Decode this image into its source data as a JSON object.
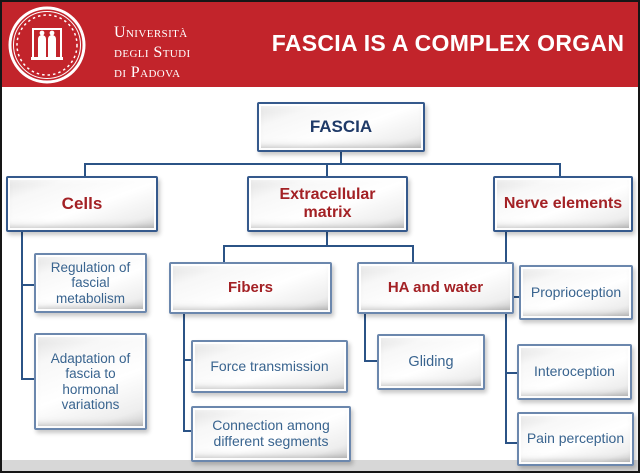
{
  "header": {
    "background_color": "#c2242b",
    "seal_icon": "university-of-padova-seal",
    "university_name": {
      "line1": "Università",
      "line2": "degli Studi",
      "line3": "di Padova"
    },
    "title": "FASCIA IS A COMPLEX ORGAN"
  },
  "diagram": {
    "nodes": {
      "fascia": "FASCIA",
      "cells": "Cells",
      "extracellular_matrix": "Extracellular matrix",
      "nerve_elements": "Nerve elements",
      "regulation": "Regulation of fascial metabolism",
      "adaptation": "Adaptation of fascia to hormonal variations",
      "fibers": "Fibers",
      "ha_and_water": "HA and water",
      "force_transmission": "Force transmission",
      "connection_segments": "Connection among different segments",
      "gliding": "Gliding",
      "proprioception": "Proprioception",
      "interoception": "Interoception",
      "pain_perception": "Pain perception"
    },
    "hierarchy": {
      "FASCIA": {
        "Cells": [
          "Regulation of fascial metabolism",
          "Adaptation of fascia to hormonal variations"
        ],
        "Extracellular matrix": {
          "Fibers": [
            "Force transmission",
            "Connection among different segments"
          ],
          "HA and water": [
            "Gliding"
          ]
        },
        "Nerve elements": [
          "Proprioception",
          "Interoception",
          "Pain perception"
        ]
      }
    },
    "colors": {
      "connector": "#2b5386",
      "root_text": "#1f3a68",
      "category_text": "#a32125",
      "leaf_text": "#39648f",
      "box_border": "#6b87ad"
    }
  }
}
